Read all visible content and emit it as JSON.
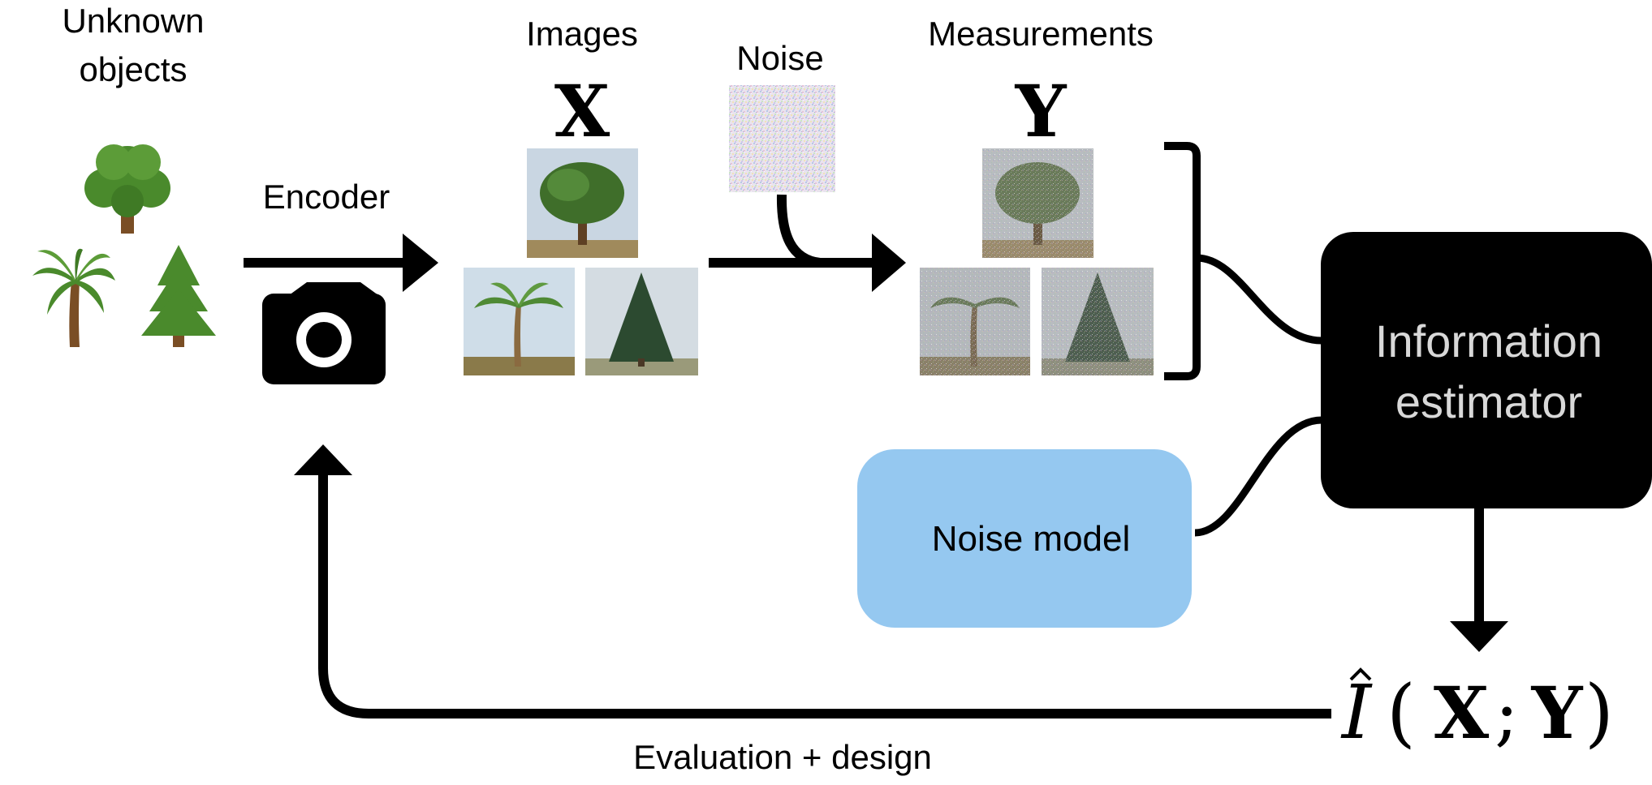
{
  "labels": {
    "unknown_objects_line1": "Unknown",
    "unknown_objects_line2": "objects",
    "encoder": "Encoder",
    "images": "Images",
    "images_symbol": "X",
    "noise": "Noise",
    "measurements": "Measurements",
    "measurements_symbol": "Y",
    "noise_model": "Noise model",
    "information_estimator_line1": "Information",
    "information_estimator_line2": "estimator",
    "evaluation_design": "Evaluation + design",
    "mi_hat": "I",
    "mi_open": "(",
    "mi_x": "X",
    "mi_sep": ";",
    "mi_y": "Y",
    "mi_close": ")"
  },
  "colors": {
    "noise_model_fill": "#95c8f0",
    "estimator_fill": "#000000",
    "estimator_text": "#d8d8d8",
    "tree_green": "#4a8a2c",
    "trunk_brown": "#7a4e25",
    "sky": "#c9d6e2",
    "ground": "#a08a5c"
  },
  "icons": {
    "objects": [
      "oak-tree-icon",
      "palm-tree-icon",
      "pine-tree-icon"
    ],
    "encoder": "camera-icon"
  }
}
